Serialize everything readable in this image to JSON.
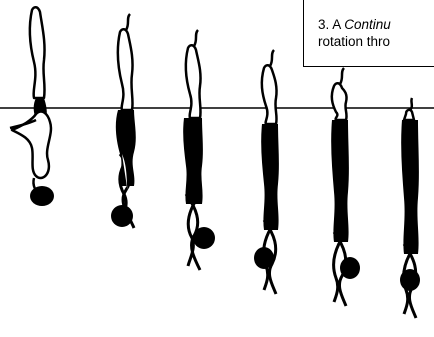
{
  "caption": {
    "prefix": "3. A ",
    "emphasis": "Continu",
    "line2": "rotation thro"
  },
  "figure": {
    "water_line": "surface",
    "stage_count": 6
  }
}
